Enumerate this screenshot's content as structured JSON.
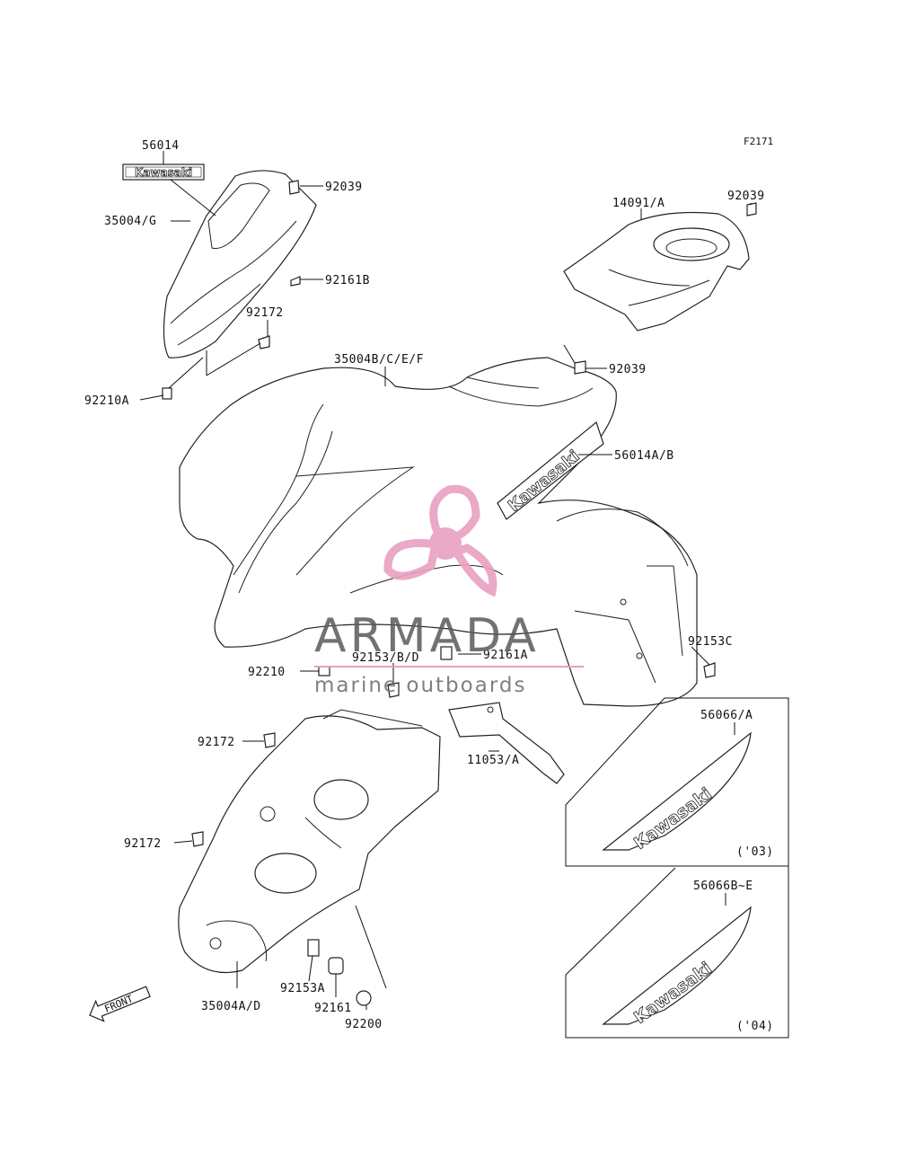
{
  "figure_code": "F2171",
  "labels": {
    "decal_top": "56014",
    "seat_cover": "35004/G",
    "clip_a": "92039",
    "nut_b": "92161B",
    "screw_top": "92172",
    "clip_cover": "92210A",
    "tank_cover": "14091/A",
    "clip_right": "92039",
    "fender_front": "35004B/C/E/F",
    "clip_mid": "92039",
    "decal_side": "56014A/B",
    "bolt_right": "92153C",
    "clip_left": "92210",
    "bolt_bd": "92153/B/D",
    "nut_a": "92161A",
    "bracket": "11053/A",
    "screw_mid": "92172",
    "screw_low": "92172",
    "inner_fender": "35004A/D",
    "bolt_a": "92153A",
    "collar": "92161",
    "washer": "92200",
    "decal_03": "56066/A",
    "decal_04": "56066B~E",
    "year_03": "('03)",
    "year_04": "('04)"
  },
  "decals": {
    "brand": "Kawasaki"
  },
  "front_arrow": "FRONT",
  "watermark": {
    "title": "ARMADA",
    "subtitle": "marine outboards",
    "accent": "#e8a0c0"
  }
}
